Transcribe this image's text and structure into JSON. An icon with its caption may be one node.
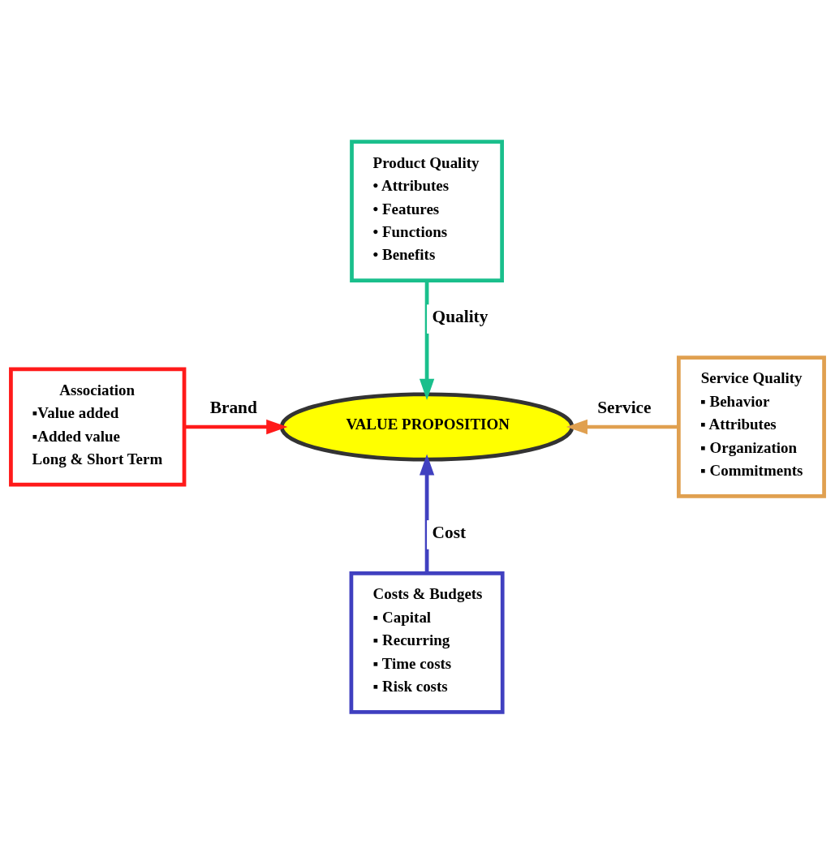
{
  "diagram": {
    "nodes": [
      {
        "text": [
          "Product Quality",
          "• Attributes",
          "• Features",
          "• Functions",
          "• Benefits"
        ]
      },
      {
        "text": [
          "Association",
          "▪Value added",
          "▪Added value",
          "Long & Short Term"
        ]
      },
      {
        "text": [
          "VALUE PROPOSITION"
        ]
      },
      {
        "text": [
          "Service Quality",
          "▪ Behavior",
          "▪ Attributes",
          "▪ Organization",
          "▪ Commitments"
        ]
      },
      {
        "text": [
          "Costs & Budgets",
          "▪ Capital",
          "▪ Recurring",
          "▪ Time costs",
          "▪ Risk costs"
        ]
      }
    ],
    "edges": [
      {
        "from": 0,
        "to": 2,
        "arrow": "to",
        "label": "Quality",
        "color": "#1abf8c"
      },
      {
        "from": 1,
        "to": 2,
        "arrow": "to",
        "label": "Brand",
        "color": "#ff1a1a"
      },
      {
        "from": 3,
        "to": 2,
        "arrow": "to",
        "label": "Service",
        "color": "#e0a050"
      },
      {
        "from": 4,
        "to": 2,
        "arrow": "to",
        "label": "Cost",
        "color": "#4040c0"
      }
    ]
  }
}
